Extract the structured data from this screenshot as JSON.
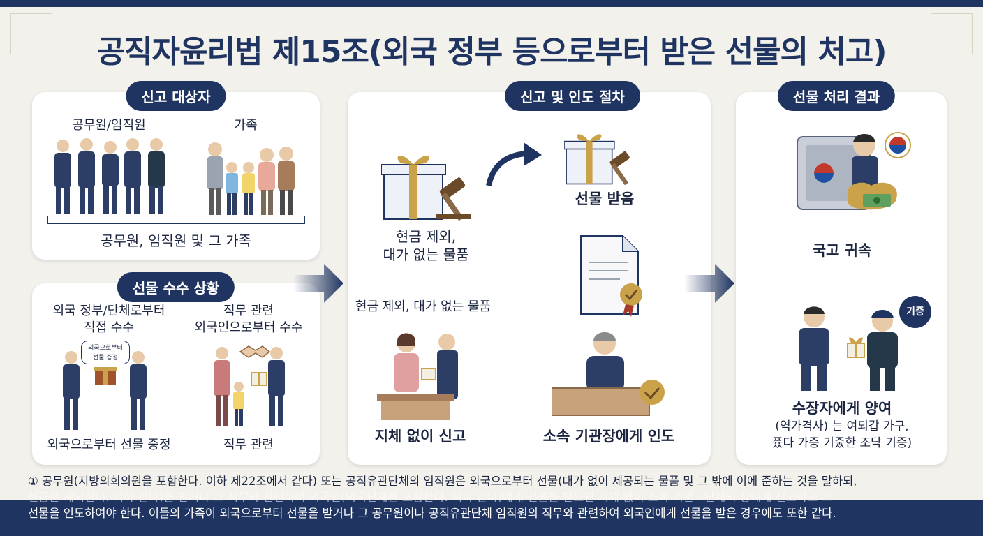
{
  "title": "공직자윤리법 제15조(외국 정부 등으로부터 받은 선물의 처고)",
  "panel_targets": {
    "header": "신고 대상자",
    "group1_label": "공무원/임직원",
    "group2_label": "가족",
    "caption": "공무원, 임직원 및 그 가족"
  },
  "panel_situation": {
    "header": "선물 수수 상황",
    "left_label_l1": "외국 정부/단체로부터",
    "left_label_l2": "직접 수수",
    "right_label_l1": "직무 관련",
    "right_label_l2": "외국인으로부터 수수",
    "speech_l1": "외국으로부터",
    "speech_l2": "선물 증정",
    "left_caption": "외국으로부터 선물 증정",
    "right_caption": "직무 관련"
  },
  "panel_procedure": {
    "header": "신고 및 인도 절차",
    "item1_l1": "현금 제외,",
    "item1_l2": "대가 없는 물품",
    "item2": "선물 받음",
    "item3": "현금 제외, 대가 없는 물품",
    "item4": "지체 없이 신고",
    "item5": "소속 기관장에게 인도"
  },
  "panel_result": {
    "header": "선물 처리 결과",
    "result1": "국고 귀속",
    "badge": "기증",
    "result2": "수장자에게 양여",
    "result2_note_l1": "(역가격사) 는 여되갑 가구,",
    "result2_note_l2": "퓼다 가증 기줐한 조닥 기증)"
  },
  "footer": {
    "line1": "① 공무원(지방의회의원을 포함한다. 이하 제22조에서 같다) 또는 공직유관단체의 임직원은 외국으로부터 선물(대가 없이 제공되는 물품 및 그 밖에 이에 준하는 것을 말하되,",
    "line2": "현금은 제외한다. 이하 같다)을 받거나 그 직무와 관련하여 외국인(외국단체를 포함한다. 이하 같다)에게 선물을 받으면 지체 없이 소속 기관ㆍ단체의 장에게 신고하고 그",
    "line3": "선물을 인도하여야 한다. 이들의 가족이 외국으로부터 선물을 받거나 그 공무원이나 공직유관단체 임직원의 직무와 관련하여 외국인에게 선물을 받은 경우에도 또한 같다."
  },
  "colors": {
    "navy": "#1f3461",
    "gold": "#c9a24a",
    "background": "#f3f1ec"
  }
}
